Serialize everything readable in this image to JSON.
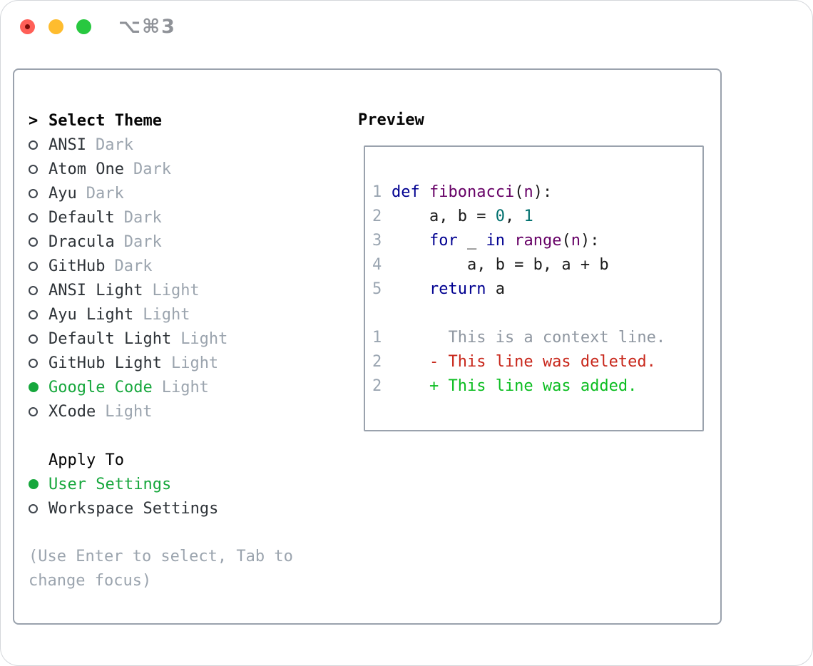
{
  "window": {
    "title_shortcut": "⌥⌘3",
    "traffic_lights": [
      {
        "name": "close",
        "color": "#ff5f57"
      },
      {
        "name": "minimize",
        "color": "#febc2e"
      },
      {
        "name": "zoom",
        "color": "#28c840"
      }
    ]
  },
  "theme_selector": {
    "header_prefix": ">",
    "header": "Select Theme",
    "items": [
      {
        "name": "ANSI",
        "variant": "Dark",
        "selected": false
      },
      {
        "name": "Atom One",
        "variant": "Dark",
        "selected": false
      },
      {
        "name": "Ayu",
        "variant": "Dark",
        "selected": false
      },
      {
        "name": "Default",
        "variant": "Dark",
        "selected": false
      },
      {
        "name": "Dracula",
        "variant": "Dark",
        "selected": false
      },
      {
        "name": "GitHub",
        "variant": "Dark",
        "selected": false
      },
      {
        "name": "ANSI Light",
        "variant": "Light",
        "selected": false
      },
      {
        "name": "Ayu Light",
        "variant": "Light",
        "selected": false
      },
      {
        "name": "Default Light",
        "variant": "Light",
        "selected": false
      },
      {
        "name": "GitHub Light",
        "variant": "Light",
        "selected": false
      },
      {
        "name": "Google Code",
        "variant": "Light",
        "selected": true
      },
      {
        "name": "XCode",
        "variant": "Light",
        "selected": false
      }
    ]
  },
  "apply_to": {
    "header": "Apply To",
    "options": [
      {
        "label": "User Settings",
        "selected": true
      },
      {
        "label": "Workspace Settings",
        "selected": false
      }
    ]
  },
  "help_text": "(Use Enter to select, Tab to change focus)",
  "preview": {
    "header": "Preview",
    "lines": [
      {
        "num": "1",
        "segments": [
          {
            "t": "def ",
            "c": "keyword"
          },
          {
            "t": "fibonacci",
            "c": "function"
          },
          {
            "t": "(",
            "c": "code"
          },
          {
            "t": "n",
            "c": "function"
          },
          {
            "t": "):",
            "c": "code"
          }
        ]
      },
      {
        "num": "2",
        "segments": [
          {
            "t": "    a, b = ",
            "c": "code"
          },
          {
            "t": "0",
            "c": "number"
          },
          {
            "t": ", ",
            "c": "code"
          },
          {
            "t": "1",
            "c": "number"
          }
        ]
      },
      {
        "num": "3",
        "segments": [
          {
            "t": "    ",
            "c": "code"
          },
          {
            "t": "for",
            "c": "keyword"
          },
          {
            "t": " _ ",
            "c": "code"
          },
          {
            "t": "in",
            "c": "keyword"
          },
          {
            "t": " ",
            "c": "code"
          },
          {
            "t": "range",
            "c": "function"
          },
          {
            "t": "(",
            "c": "code"
          },
          {
            "t": "n",
            "c": "function"
          },
          {
            "t": "):",
            "c": "code"
          }
        ]
      },
      {
        "num": "4",
        "segments": [
          {
            "t": "        a, b = b, a + b",
            "c": "code"
          }
        ]
      },
      {
        "num": "5",
        "segments": [
          {
            "t": "    ",
            "c": "code"
          },
          {
            "t": "return",
            "c": "keyword"
          },
          {
            "t": " a",
            "c": "code"
          }
        ]
      },
      {
        "num": "",
        "segments": []
      },
      {
        "num": "1",
        "segments": [
          {
            "t": "      This is a context line.",
            "c": "context"
          }
        ]
      },
      {
        "num": "2",
        "segments": [
          {
            "t": "    - This line was deleted.",
            "c": "deleted"
          }
        ]
      },
      {
        "num": "2",
        "segments": [
          {
            "t": "    + This line was added.",
            "c": "added"
          }
        ]
      }
    ]
  },
  "colors": {
    "keyword": "#000090",
    "function": "#660066",
    "number": "#00706e",
    "code": "#1b1b1b",
    "context": "#8f97a1",
    "deleted": "#c8271b",
    "added": "#0bbd20",
    "selected_green": "#16a73c",
    "list_text": "#2e3338",
    "muted_gray": "#9ba4ae",
    "line_number_gray": "#9aa5b1",
    "panel_border": "#9aa2ad",
    "traffic_red": "#ff5f57",
    "traffic_yellow": "#febc2e",
    "traffic_green": "#28c840"
  }
}
